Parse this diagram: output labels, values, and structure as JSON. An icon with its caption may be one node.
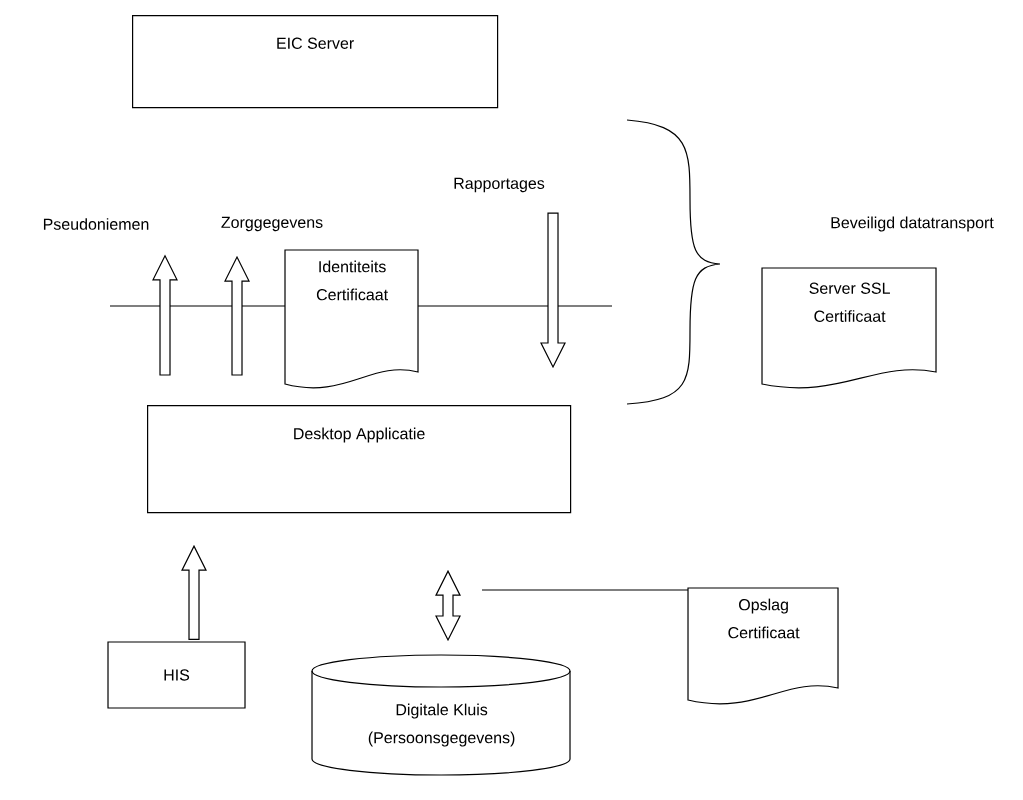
{
  "diagram": {
    "nodes": [
      {
        "text": [
          "EIC Server"
        ]
      },
      {
        "text": [
          "Pseudoniemen"
        ]
      },
      {
        "text": [
          "Zorggegevens"
        ]
      },
      {
        "text": [
          "Identiteits Certificaat"
        ]
      },
      {
        "text": [
          "Rapportages"
        ]
      },
      {
        "text": [
          "Server SSL Certificaat"
        ]
      },
      {
        "text": [
          "Desktop Applicatie"
        ]
      },
      {
        "text": [
          "Opslag Certificaat"
        ]
      },
      {
        "text": [
          "HIS"
        ]
      },
      {
        "text": [
          "Digitale Kluis (Persoonsgegevens)"
        ]
      }
    ],
    "edges": [
      {
        "from": null,
        "to": 1,
        "arrow": "to"
      },
      {
        "from": null,
        "to": 2,
        "arrow": "to"
      },
      {
        "from": 4,
        "to": null,
        "arrow": "to"
      },
      {
        "from": 8,
        "to": 6,
        "arrow": "to"
      },
      {
        "from": 6,
        "to": 9,
        "arrow": "both"
      },
      {
        "from": 7,
        "to": null,
        "arrow": "none"
      }
    ],
    "labels": [
      "Beveiligd datatransport"
    ]
  }
}
